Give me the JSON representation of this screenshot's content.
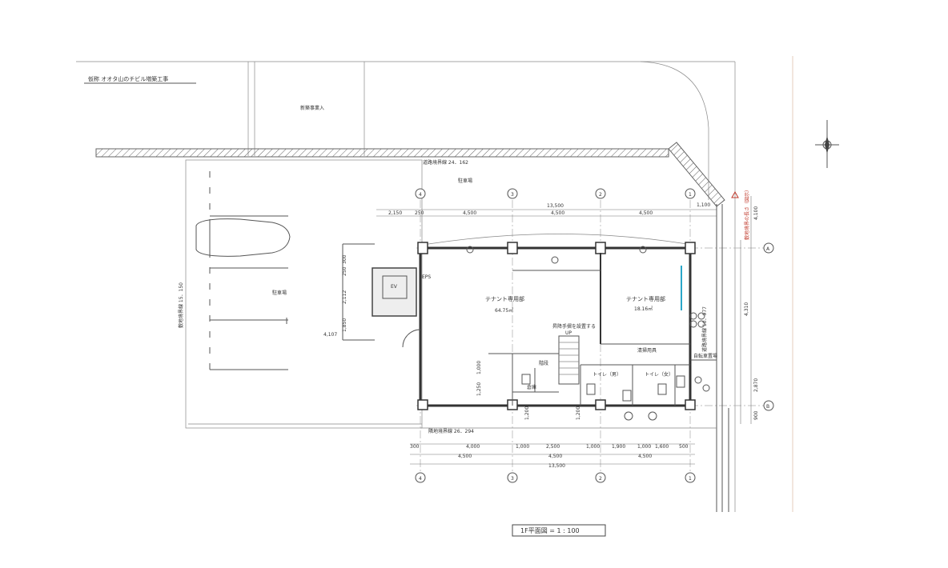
{
  "drawing": {
    "title_block": "仮称 オオタ山のチビル増築工事",
    "bottom_title": "1F平面図 = 1 : 100"
  },
  "labels": {
    "new_bldg": "新築事業入",
    "road_boundary": "道路境界線 24．162",
    "parking_top": "駐車場",
    "parking_left": "駐車場",
    "site_boundary_left": "敷地境界線 15．150",
    "site_boundary_bottom": "隣地境界線 26．294",
    "site_boundary_right": "道路境界線 10．977",
    "tenant_left": "テナント専用部",
    "tenant_left_area": "64.75㎡",
    "tenant_right": "テナント専用部",
    "tenant_right_area": "18.16㎡",
    "stair_label": "階段",
    "stair_note": "昇降手摺を設置する",
    "stair_up": "UP",
    "storage": "倉庫",
    "cleaning": "清掃用具",
    "toilet_a": "トイレ（男）",
    "toilet_b": "トイレ（女）",
    "bicycle": "自転車置場",
    "ev": "EV",
    "eps": "EPS",
    "red_note": "敷地境界の長さ（図示）"
  },
  "grid": {
    "axes": [
      "4",
      "3",
      "2",
      "1"
    ],
    "rows": [
      "A",
      "B"
    ]
  },
  "dimensions": {
    "top_total": "13,500",
    "top_parts": [
      "2,150",
      "250",
      "4,500",
      "4,500",
      "4,500",
      "1,100"
    ],
    "bottom_parts": [
      "300",
      "4,000",
      "1,000",
      "2,500",
      "1,000",
      "1,900",
      "1,000",
      "1,600",
      "500"
    ],
    "bottom_mid": [
      "4,500",
      "4,500",
      "4,500"
    ],
    "bottom_total": "13,500",
    "right_dims": [
      "4,100",
      "2,870",
      "4,310",
      "900"
    ],
    "left_dims": [
      "2,112",
      "250",
      "300",
      "4,107",
      "1,850",
      "1,000",
      "1,250",
      "1,200",
      "1,200"
    ]
  },
  "north_symbol": "north-arrow"
}
